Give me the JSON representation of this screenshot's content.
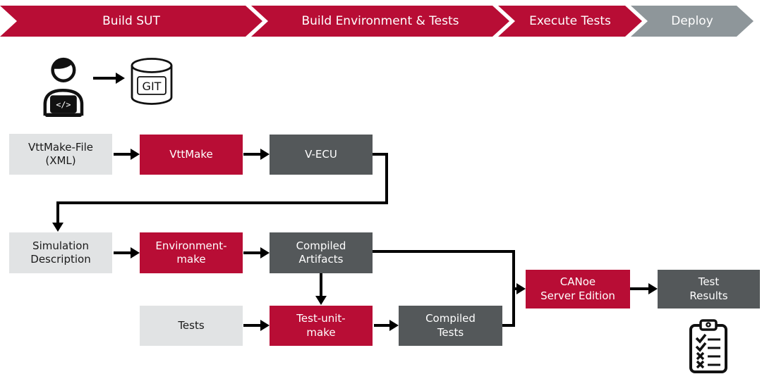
{
  "banner": {
    "stages": [
      {
        "label": "Build SUT",
        "color": "#B80D35"
      },
      {
        "label": "Build Environment & Tests",
        "color": "#B80D35"
      },
      {
        "label": "Execute Tests",
        "color": "#B80D35"
      },
      {
        "label": "Deploy",
        "color": "#8E969A"
      }
    ]
  },
  "icons": {
    "developer": {
      "name": "developer-at-laptop",
      "code_glyph": "</>"
    },
    "git": {
      "label": "GIT"
    },
    "results_clipboard": {
      "name": "checklist-clipboard",
      "marks": [
        "check",
        "check",
        "cross",
        "cross"
      ]
    }
  },
  "nodes": {
    "vttmake_file": {
      "label": "VttMake-File\n(XML)",
      "kind": "artifact"
    },
    "vttmake": {
      "label": "VttMake",
      "kind": "tool"
    },
    "vecu": {
      "label": "V-ECU",
      "kind": "output"
    },
    "sim_desc": {
      "label": "Simulation\nDescription",
      "kind": "artifact"
    },
    "env_make": {
      "label": "Environment-\nmake",
      "kind": "tool"
    },
    "compiled_artifacts": {
      "label": "Compiled\nArtifacts",
      "kind": "output"
    },
    "tests": {
      "label": "Tests",
      "kind": "artifact"
    },
    "test_unit_make": {
      "label": "Test-unit-\nmake",
      "kind": "tool"
    },
    "compiled_tests": {
      "label": "Compiled\nTests",
      "kind": "output"
    },
    "canoe_se": {
      "label": "CANoe\nServer Edition",
      "kind": "tool"
    },
    "test_results": {
      "label": "Test\nResults",
      "kind": "output"
    }
  },
  "edges": [
    {
      "from": "developer",
      "to": "git"
    },
    {
      "from": "vttmake_file",
      "to": "vttmake"
    },
    {
      "from": "vttmake",
      "to": "vecu"
    },
    {
      "from": "vecu",
      "to": "sim_desc"
    },
    {
      "from": "sim_desc",
      "to": "env_make"
    },
    {
      "from": "env_make",
      "to": "compiled_artifacts"
    },
    {
      "from": "compiled_artifacts",
      "to": "test_unit_make"
    },
    {
      "from": "tests",
      "to": "test_unit_make"
    },
    {
      "from": "test_unit_make",
      "to": "compiled_tests"
    },
    {
      "from": "compiled_artifacts",
      "to": "canoe_se"
    },
    {
      "from": "compiled_tests",
      "to": "canoe_se"
    },
    {
      "from": "canoe_se",
      "to": "test_results"
    }
  ],
  "colors": {
    "pipeline_red": "#B80D35",
    "deploy_gray": "#8E969A",
    "box_dark_gray": "#54585A",
    "box_light_gray": "#E1E3E4",
    "connector_black": "#000000"
  }
}
